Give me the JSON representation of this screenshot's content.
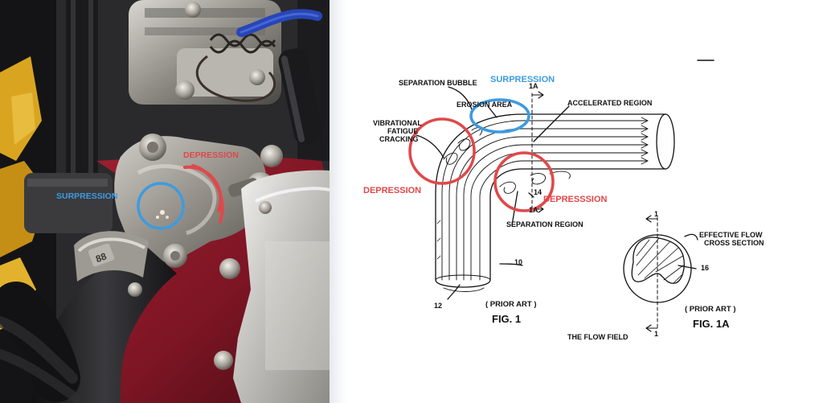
{
  "photo": {
    "hose_clamp_text": "88",
    "labels": {
      "surpression": "SURPRESSION",
      "depression": "DEPRESSION"
    }
  },
  "diagram": {
    "labels": {
      "separation_bubble": "SEPARATION BUBBLE",
      "surpression": "SURPRESSION",
      "erosion_area": "EROSION AREA",
      "accelerated_region": "ACCELERATED REGION",
      "vibrational_1": "VIBRATIONAL",
      "vibrational_2": "FATIGUE",
      "vibrational_3": "CRACKING",
      "depression_left": "DEPRESSION",
      "depression_right": "DEPRESSSION",
      "separation_region": "SEPARATION REGION",
      "ref_1a_top": "1A",
      "ref_1a_bottom": "1A",
      "ref_14": "14",
      "ref_10": "10",
      "ref_12": "12",
      "ref_1_top": "1",
      "ref_1_bottom": "1",
      "ref_16": "16",
      "effective_flow_1": "EFFECTIVE FLOW",
      "effective_flow_2": "CROSS SECTION",
      "prior_art_1": "( PRIOR ART )",
      "prior_art_1a": "( PRIOR ART )",
      "fig1": "FIG. 1",
      "fig1a": "FIG. 1A",
      "flow_field": "THE FLOW FIELD"
    }
  },
  "colors": {
    "annotation_blue": "#3d9be0",
    "annotation_red": "#e0484a",
    "engine_red": "#7d1524",
    "hose_black": "#1f1f21",
    "fan_yellow": "#d9a520"
  }
}
